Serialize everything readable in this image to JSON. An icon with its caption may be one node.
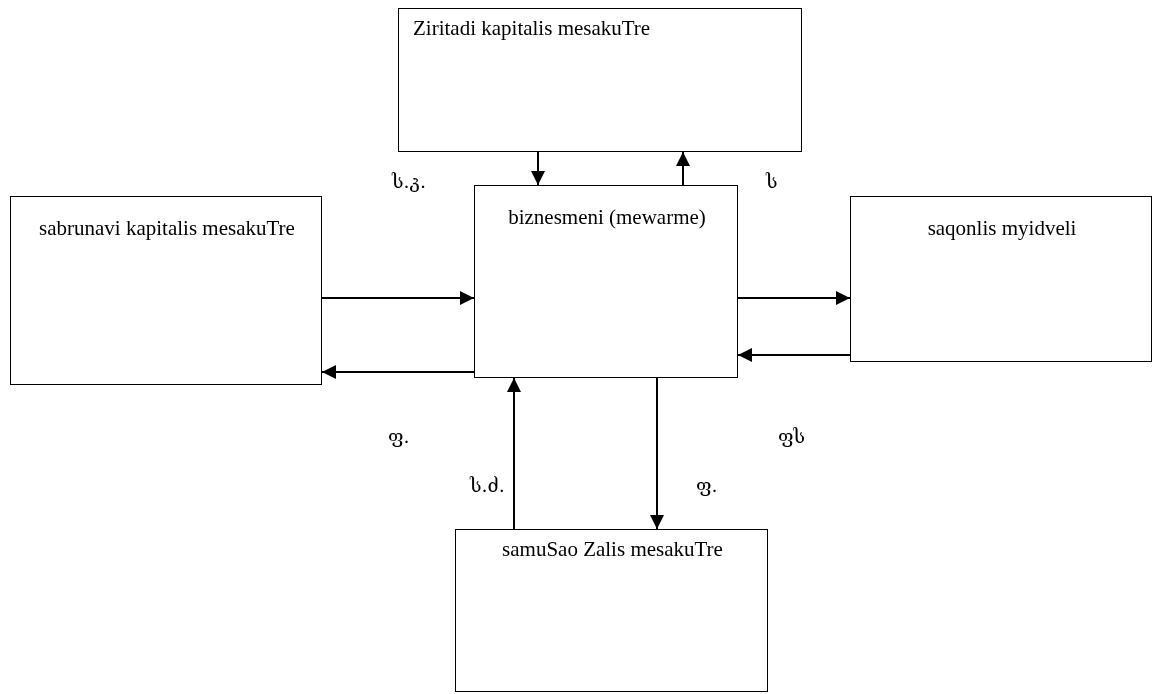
{
  "diagram": {
    "nodes": [
      {
        "text": [
          "Ziritadi kapitalis mesakuTre"
        ]
      },
      {
        "text": [
          "sabrunavi kapitalis mesakuTre"
        ]
      },
      {
        "text": [
          "biznesmeni (mewarme)"
        ]
      },
      {
        "text": [
          "saqonlis myidveli"
        ]
      },
      {
        "text": [
          "samuSao Zalis mesakuTre"
        ]
      }
    ],
    "edges": [
      {
        "from": 0,
        "to": 2,
        "arrow": "to"
      },
      {
        "from": 2,
        "to": 0,
        "arrow": "to"
      },
      {
        "from": 1,
        "to": 2,
        "arrow": "to"
      },
      {
        "from": 2,
        "to": 1,
        "arrow": "to"
      },
      {
        "from": 2,
        "to": 3,
        "arrow": "to"
      },
      {
        "from": 3,
        "to": 2,
        "arrow": "to"
      },
      {
        "from": 4,
        "to": 2,
        "arrow": "to"
      },
      {
        "from": 2,
        "to": 4,
        "arrow": "to"
      }
    ],
    "labels": [
      "ს.კ.",
      "ს",
      "ფ.",
      "ფს",
      "ს.ძ.",
      "ფ."
    ]
  }
}
